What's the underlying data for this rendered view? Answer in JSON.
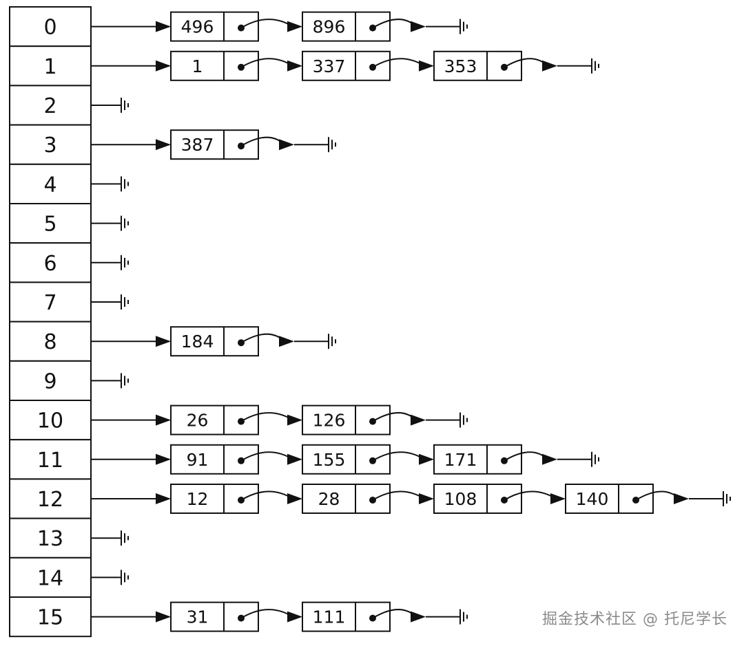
{
  "diagram": {
    "buckets": [
      {
        "index": "0",
        "chain": [
          "496",
          "896"
        ]
      },
      {
        "index": "1",
        "chain": [
          "1",
          "337",
          "353"
        ]
      },
      {
        "index": "2",
        "chain": []
      },
      {
        "index": "3",
        "chain": [
          "387"
        ]
      },
      {
        "index": "4",
        "chain": []
      },
      {
        "index": "5",
        "chain": []
      },
      {
        "index": "6",
        "chain": []
      },
      {
        "index": "7",
        "chain": []
      },
      {
        "index": "8",
        "chain": [
          "184"
        ]
      },
      {
        "index": "9",
        "chain": []
      },
      {
        "index": "10",
        "chain": [
          "26",
          "126"
        ]
      },
      {
        "index": "11",
        "chain": [
          "91",
          "155",
          "171"
        ]
      },
      {
        "index": "12",
        "chain": [
          "12",
          "28",
          "108",
          "140"
        ]
      },
      {
        "index": "13",
        "chain": []
      },
      {
        "index": "14",
        "chain": []
      },
      {
        "index": "15",
        "chain": [
          "31",
          "111"
        ]
      }
    ]
  },
  "watermark": "掘金技术社区 @ 托尼学长",
  "colors": {
    "line": "#111111",
    "background": "#ffffff",
    "watermark": "#8a8a8a"
  }
}
